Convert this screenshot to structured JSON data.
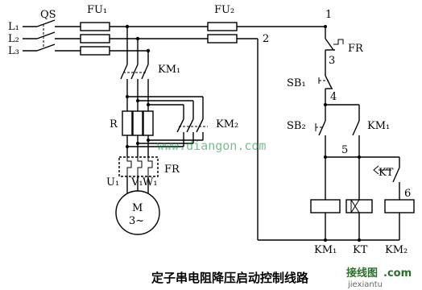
{
  "labels": {
    "L1": "L₁",
    "L2": "L₂",
    "L3": "L₃",
    "QS": "QS",
    "FU1": "FU₁",
    "FU2": "FU₂",
    "KM1_main": "KM₁",
    "R": "R",
    "KM2_main": "KM₂",
    "FR_main": "FR",
    "U1": "U₁",
    "V1": "V₁",
    "W1": "W₁",
    "M": "M",
    "M_sub": "3~",
    "n1": "1",
    "n2": "2",
    "n3": "3",
    "n4": "4",
    "n5": "5",
    "n6": "6",
    "FR_ctrl": "FR",
    "SB1": "SB₁",
    "SB2": "SB₂",
    "KM1_aux": "KM₁",
    "KT_contact": "KT",
    "coil_KM1": "KM₁",
    "coil_KT": "KT",
    "coil_KM2": "KM₂"
  },
  "caption": "定子串电阻降压启动控制线路",
  "watermark": "www.diangon.com",
  "logo": {
    "text": "接线图",
    "sub": "jiexiantu",
    "suffix": ".com"
  }
}
